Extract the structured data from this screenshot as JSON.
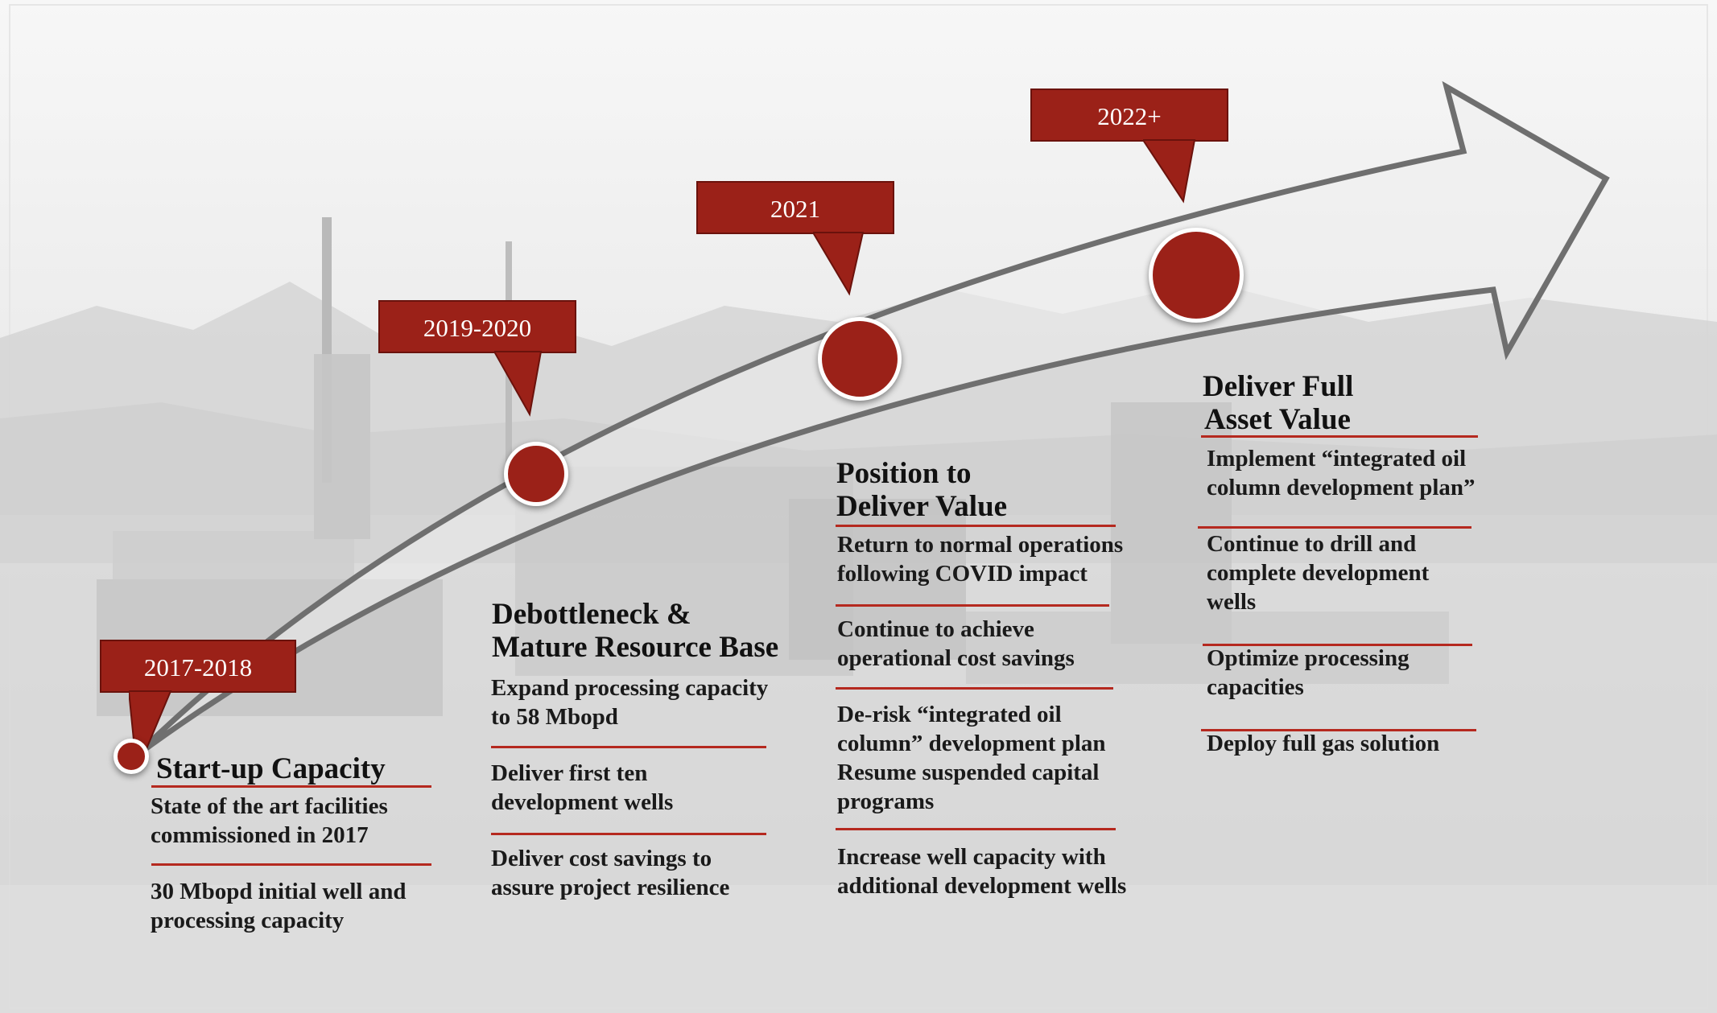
{
  "colors": {
    "accent": "#9b2118",
    "accent_dark": "#6a120c",
    "rule": "#b5291f",
    "arrow_outline": "#6f6f6f",
    "arrow_fill": "#efefef"
  },
  "milestones": [
    {
      "label": "2017-2018"
    },
    {
      "label": "2019-2020"
    },
    {
      "label": "2021"
    },
    {
      "label": "2022+"
    }
  ],
  "phases": [
    {
      "title_line1": "Start-up Capacity",
      "bullets": [
        {
          "line1": "State of the art facilities",
          "line2": "commissioned in 2017"
        },
        {
          "line1": "30 Mbopd initial well and",
          "line2": "processing capacity"
        }
      ]
    },
    {
      "title_line1": "Debottleneck &",
      "title_line2": "Mature Resource Base",
      "bullets": [
        {
          "line1": "Expand processing capacity",
          "line2": "to 58 Mbopd"
        },
        {
          "line1": "Deliver first ten",
          "line2": "development wells"
        },
        {
          "line1": "Deliver cost savings to",
          "line2": "assure project resilience"
        }
      ]
    },
    {
      "title_line1": "Position to",
      "title_line2": "Deliver Value",
      "bullets": [
        {
          "line1": "Return to normal operations",
          "line2": "following COVID impact"
        },
        {
          "line1": "Continue to achieve",
          "line2": "operational cost savings"
        },
        {
          "line1": "De-risk “integrated oil",
          "line2": "column” development plan",
          "line3": "Resume suspended capital",
          "line4": "programs"
        },
        {
          "line1": "Increase well capacity with",
          "line2": "additional development wells"
        }
      ]
    },
    {
      "title_line1": "Deliver Full",
      "title_line2": "Asset Value",
      "bullets": [
        {
          "line1": "Implement “integrated oil",
          "line2": "column development plan”"
        },
        {
          "line1": "Continue to drill and",
          "line2": "complete development",
          "line3": "wells"
        },
        {
          "line1": "Optimize processing",
          "line2": "capacities"
        },
        {
          "line1": "Deploy full gas solution"
        }
      ]
    }
  ]
}
